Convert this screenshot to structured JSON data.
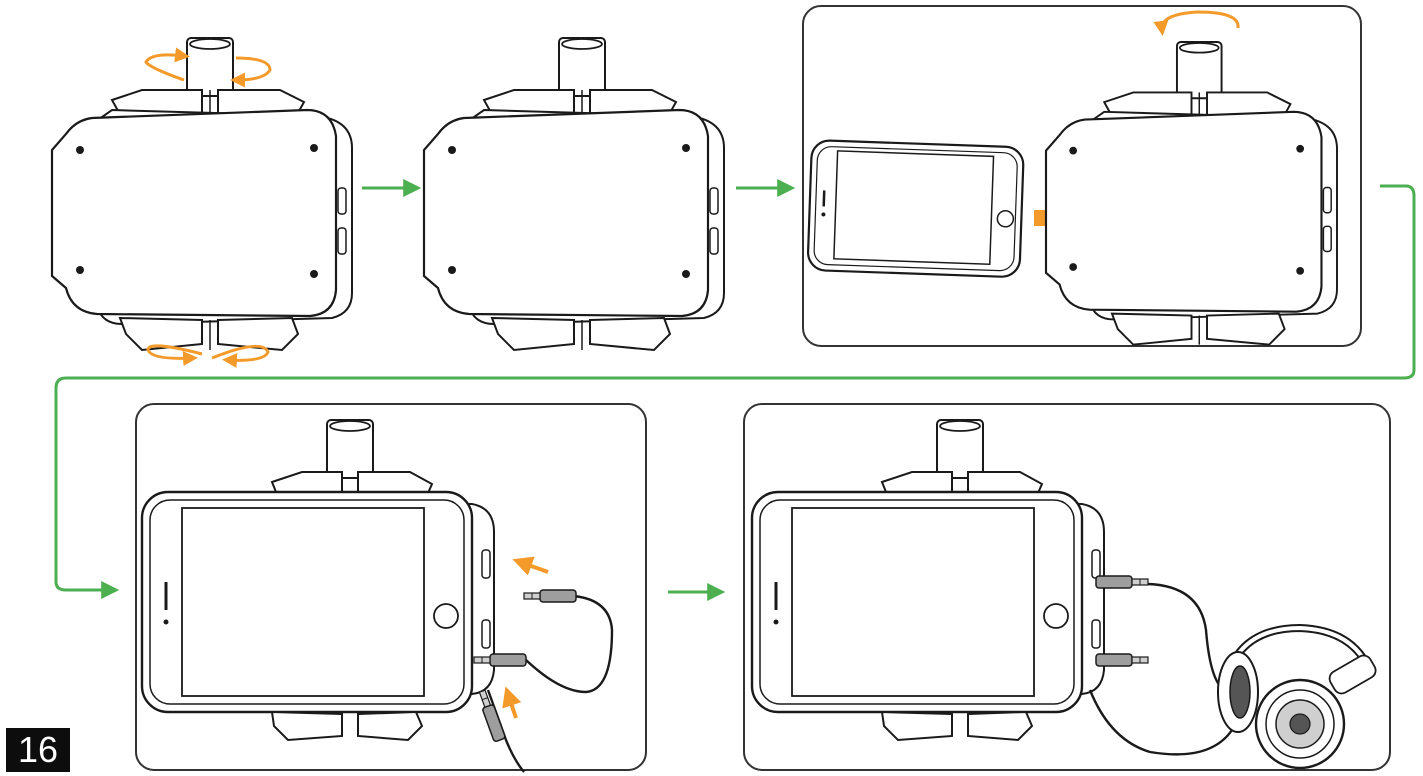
{
  "page": {
    "number": "16"
  },
  "colors": {
    "flow_arrow": "#4caf50",
    "action_arrow": "#f39a2b",
    "line_art": "#1a1a1a",
    "panel_border": "#333333",
    "page_badge_bg": "#0d0d0d",
    "page_badge_text": "#ffffff"
  },
  "steps": [
    {
      "id": "step-1",
      "content": [
        "mount-holder",
        "rotate-arrows-top",
        "rotate-arrows-bottom"
      ]
    },
    {
      "id": "step-2",
      "content": [
        "mount-holder"
      ]
    },
    {
      "id": "step-3",
      "content": [
        "smartphone",
        "mount-holder",
        "insert-arrow",
        "rotate-arrow-top"
      ]
    },
    {
      "id": "step-4",
      "content": [
        "mount-with-phone",
        "audio-cable",
        "plug-in-arrows"
      ]
    },
    {
      "id": "step-5",
      "content": [
        "mount-with-phone",
        "audio-cable",
        "headphones"
      ]
    }
  ],
  "icons": {
    "flow": "arrow-right-icon",
    "rotate": "rotate-arrow-icon",
    "insert": "thick-arrow-right-icon",
    "headphones": "headphones-icon",
    "plug": "audio-plug-icon"
  }
}
